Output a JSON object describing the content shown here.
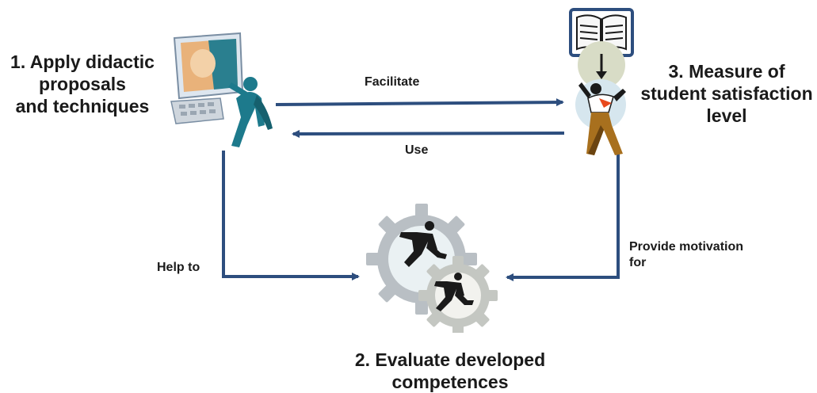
{
  "nodes": {
    "apply": {
      "lines": [
        "1. Apply didactic",
        "proposals",
        "and techniques"
      ]
    },
    "evaluate": {
      "lines": [
        "2. Evaluate developed",
        "competences"
      ]
    },
    "measure": {
      "lines": [
        "3.  Measure of",
        "student satisfaction",
        "level"
      ]
    }
  },
  "edges": {
    "facilitate": {
      "lines": [
        "Facilitate"
      ]
    },
    "use": {
      "lines": [
        "Use"
      ]
    },
    "help_to": {
      "lines": [
        "Help to"
      ]
    },
    "provide_motivation": {
      "lines": [
        "Provide motivation",
        "for"
      ]
    }
  },
  "colors": {
    "arrow": "#2d4e7e",
    "text": "#1a1a1a",
    "figure_teal": "#1d7a8c",
    "gear": "#b9bfc4"
  },
  "icons": {
    "apply": "computer-worker-icon",
    "evaluate": "running-businessmen-gears-icon",
    "measure": "reading-student-book-icon"
  }
}
